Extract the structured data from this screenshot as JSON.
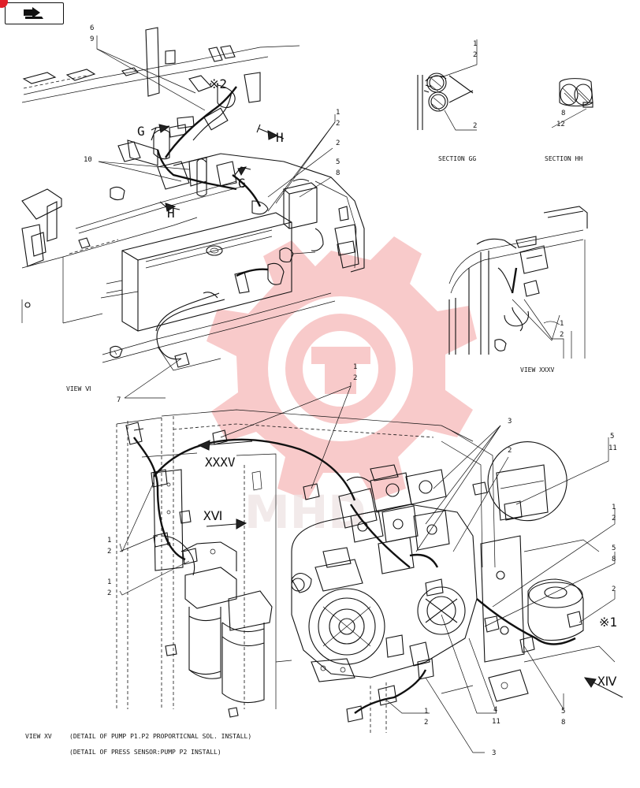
{
  "header_badge": {
    "icon": "book-arrow-icon",
    "dot_color": "#e0202a"
  },
  "watermark": {
    "color": "#f08a8a",
    "letters": "MHD"
  },
  "view_labels": {
    "view_vi": "VIEW Ⅵ",
    "section_gg": "SECTION GG",
    "section_hh": "SECTION HH",
    "view_xxxv": "VIEW XXXV",
    "view_xv": "VIEW XV"
  },
  "notes": {
    "line1": "(DETAIL OF PUMP P1.P2 PROPORTICNAL SOL. INSTALL)",
    "line2": "(DETAIL OF PRESS SENSOR:PUMP P2 INSTALL)"
  },
  "markers": {
    "g1": "G",
    "g2": "G",
    "h1": "H",
    "h2": "H",
    "x2": "※2",
    "x1": "※1",
    "xxxv": "XXXV",
    "xvi": "XⅥ",
    "xiv": "XⅣ"
  },
  "callouts": {
    "c69a": "6",
    "c69b": "9",
    "c10": "10",
    "c12a": "1",
    "c12b": "2",
    "c2a": "2",
    "c58a": "5",
    "c58b": "8",
    "c7": "7",
    "gg1": "1",
    "gg2": "2",
    "gg3": "2",
    "hh8": "8",
    "hh12": "12",
    "v35a": "1",
    "v35b": "2",
    "m12a": "1",
    "m12b": "2",
    "m3": "3",
    "m2": "2",
    "m511a": "5",
    "m511b": "11",
    "l12a": "1",
    "l12b": "2",
    "l12c": "1",
    "l12d": "2",
    "r12a": "1",
    "r12b": "2",
    "r58a": "5",
    "r58b": "8",
    "r2": "2",
    "b12a": "1",
    "b12b": "2",
    "b411a": "4",
    "b411b": "11",
    "b3": "3",
    "b58a": "5",
    "b58b": "8"
  }
}
